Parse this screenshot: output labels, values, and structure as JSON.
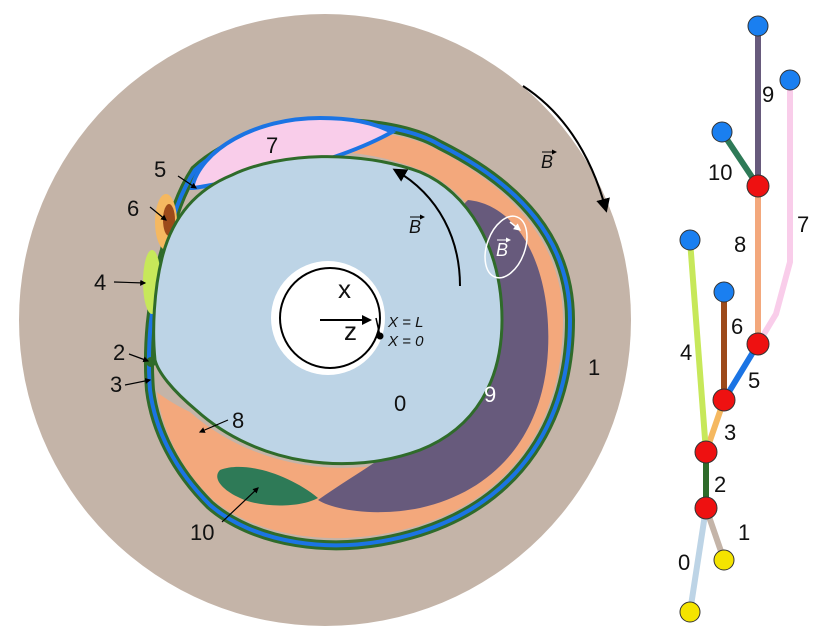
{
  "colors": {
    "region_0": "#bdd4e6",
    "region_1": "#c4b4a8",
    "region_2": "#2f6b2a",
    "region_3": "#f5b860",
    "region_4": "#c7e85a",
    "region_5": "#1b74e4",
    "region_6": "#9c4a1a",
    "region_7": "#f9cdea",
    "region_8": "#f3a87c",
    "region_9": "#675a7c",
    "region_10": "#2e7a57",
    "node_red": "#ee1111",
    "node_blue": "#1a7ff0",
    "node_yellow": "#f4e400"
  },
  "torus_labels": {
    "r0": "0",
    "r1": "1",
    "r2": "2",
    "r3": "3",
    "r4": "4",
    "r5": "5",
    "r6": "6",
    "r7": "7",
    "r8": "8",
    "r9": "9",
    "r10": "10"
  },
  "field_labels": {
    "b_outer": "B",
    "b_inner": "B",
    "b_island": "B"
  },
  "center_labels": {
    "x": "x",
    "z": "z",
    "x_eq_L": "X = L",
    "x_eq_0": "X = 0"
  },
  "tree_labels": {
    "e0": "0",
    "e1": "1",
    "e2": "2",
    "e3": "3",
    "e4": "4",
    "e5": "5",
    "e6": "6",
    "e7": "7",
    "e8": "8",
    "e9": "9",
    "e10": "10"
  }
}
